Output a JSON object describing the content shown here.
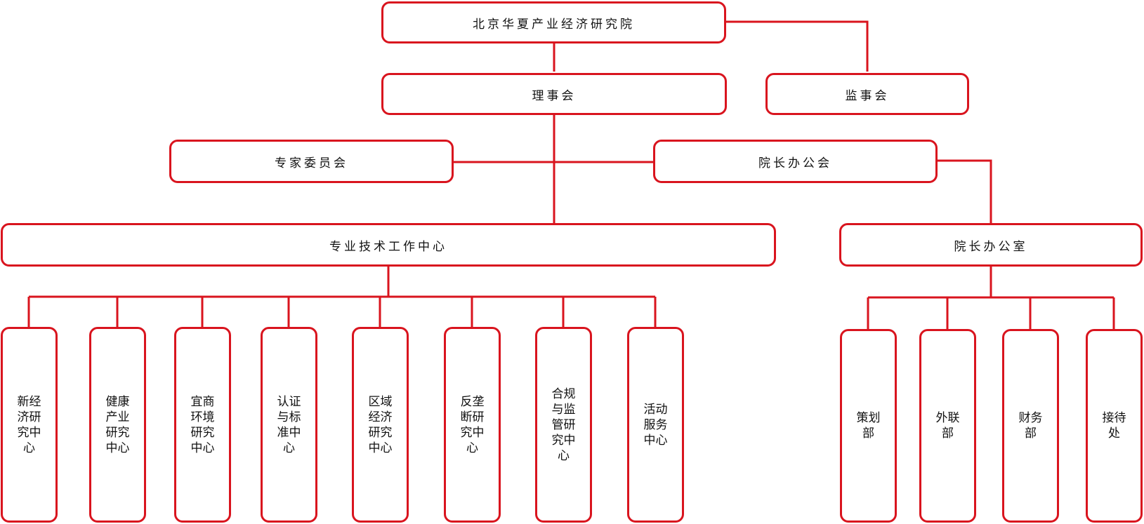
{
  "colors": {
    "border": "#d9141e",
    "line": "#d9141e",
    "text": "#111111"
  },
  "nodes": {
    "institute": "北京华夏产业经济研究院",
    "council": "理事会",
    "supervisors": "监事会",
    "experts": "专家委员会",
    "presidents_meeting": "院长办公会",
    "tech_center": "专业技术工作中心",
    "presidents_office": "院长办公室"
  },
  "centers": [
    "新经济研究中心",
    "健康产业研究中心",
    "宜商环境研究中心",
    "认证与标准中心",
    "区域经济研究中心",
    "反垄断研究中心",
    "合规与监管研究中心",
    "活动服务中心"
  ],
  "departments": [
    "策划部",
    "外联部",
    "财务部",
    "接待处"
  ]
}
